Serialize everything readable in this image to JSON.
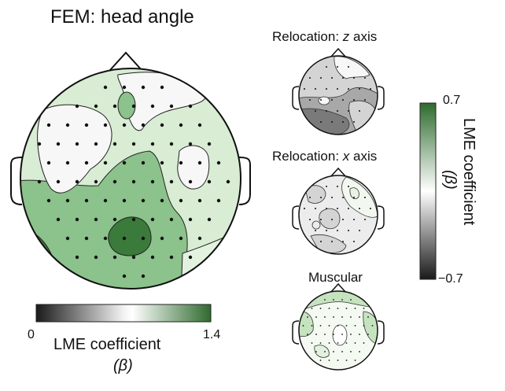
{
  "main_map": {
    "title": "FEM: head angle",
    "colorbar": {
      "min_label": "0",
      "max_label": "1.4",
      "label_line1": "LME coefficient",
      "label_line2": "(β)",
      "colors": [
        "#1a1a1a",
        "#f2f2f2",
        "#ffffff",
        "#2e6b2e"
      ]
    }
  },
  "side_maps": [
    {
      "title_prefix": "Relocation: ",
      "title_italic": "z",
      "title_suffix": " axis"
    },
    {
      "title_prefix": "Relocation: ",
      "title_italic": "x",
      "title_suffix": " axis"
    },
    {
      "title_prefix": "Muscular",
      "title_italic": "",
      "title_suffix": ""
    }
  ],
  "side_colorbar": {
    "max_label": "0.7",
    "min_label": "−0.7",
    "label_line1": "LME coefficient",
    "label_line2": "(β)",
    "colors": [
      "#2e6b2e",
      "#ffffff",
      "#1a1a1a"
    ]
  },
  "colors": {
    "green_dark": "#3a7a3a",
    "green_mid": "#8cc28c",
    "green_light": "#d9ecd4",
    "white": "#f7f7f7",
    "gray_dark": "#7a7a7a",
    "gray_mid": "#a8a8a8",
    "gray_light": "#d4d4d4"
  }
}
